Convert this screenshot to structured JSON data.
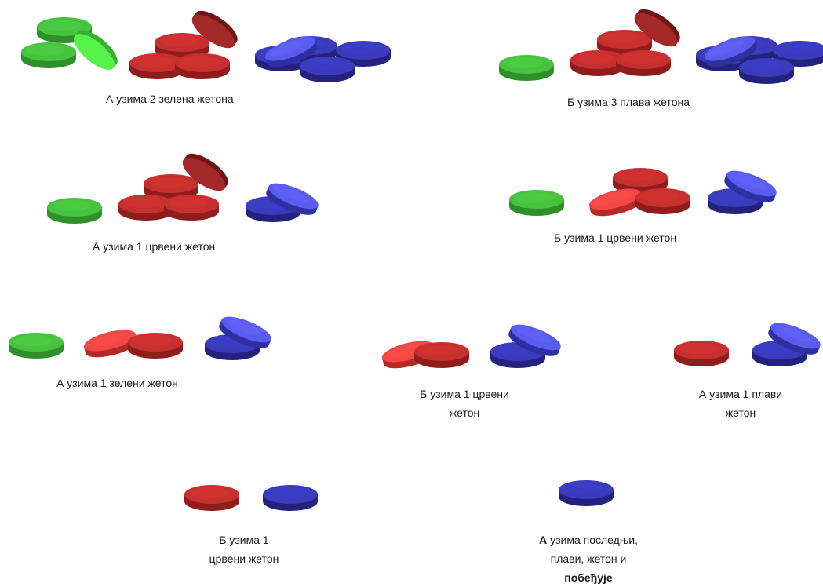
{
  "colors": {
    "green": {
      "top": "#47c33f",
      "side": "#2f8f29",
      "light_top": "#55f24a",
      "light_side": "#36b02e"
    },
    "red": {
      "top": "#c8302f",
      "side": "#8e1d1c",
      "light_top": "#f24744",
      "light_side": "#b32a27",
      "dark_top": "#a32a29",
      "dark_side": "#6e1716"
    },
    "blue": {
      "top": "#3a3bbd",
      "side": "#23237e",
      "light_top": "#5a5cf0",
      "light_side": "#2e2fa0"
    }
  },
  "steps": [
    {
      "caption": "А узима 2 зелена жетона",
      "player": "А",
      "taken": "2 зелена",
      "green": 3,
      "red": 4,
      "blue": 5
    },
    {
      "caption": "Б узима 3 плава жетона",
      "player": "Б",
      "taken": "3 плава",
      "green": 1,
      "red": 4,
      "blue": 5
    },
    {
      "caption": "А узима 1 црвени жетон",
      "player": "А",
      "taken": "1 црвени",
      "green": 1,
      "red": 4,
      "blue": 2
    },
    {
      "caption": "Б узима 1 црвени жетон",
      "player": "Б",
      "taken": "1 црвени",
      "green": 1,
      "red": 3,
      "blue": 2
    },
    {
      "caption": "А узима 1 зелени жетон",
      "player": "А",
      "taken": "1 зелени",
      "green": 1,
      "red": 2,
      "blue": 2
    },
    {
      "caption_lines": [
        "Б узима 1 црвени",
        "жетон"
      ],
      "player": "Б",
      "taken": "1 црвени",
      "green": 0,
      "red": 2,
      "blue": 2
    },
    {
      "caption_lines": [
        "А узима 1 плави",
        "жетон"
      ],
      "player": "А",
      "taken": "1 плави",
      "green": 0,
      "red": 1,
      "blue": 2
    },
    {
      "caption_lines": [
        "Б узима 1",
        "црвени жетон"
      ],
      "player": "Б",
      "taken": "1 црвени",
      "green": 0,
      "red": 1,
      "blue": 1
    },
    {
      "caption_bold": "А",
      "caption_lines": [
        " узима последњи,",
        "плави, жетон и"
      ],
      "caption_bold_last": "побеђује",
      "player": "А",
      "taken": "последњи плави",
      "green": 0,
      "red": 0,
      "blue": 1
    }
  ]
}
